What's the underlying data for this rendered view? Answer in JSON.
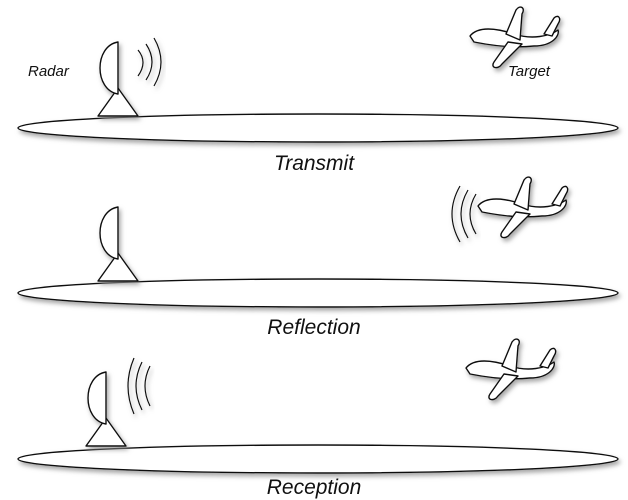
{
  "panels": [
    {
      "caption": "Transmit",
      "radar_label": "Radar",
      "target_label": "Target",
      "wave_location": "near radar, moving toward target"
    },
    {
      "caption": "Reflection",
      "radar_label": "",
      "target_label": "",
      "wave_location": "near target, reflecting back"
    },
    {
      "caption": "Reception",
      "radar_label": "",
      "target_label": "",
      "wave_location": "arriving at radar"
    }
  ],
  "icons": {
    "radar": "radar-dish-icon",
    "target": "airplane-icon",
    "waves": "signal-waves-icon",
    "ground": "ground-ellipse"
  },
  "colors": {
    "outline": "#111111",
    "fill": "#ffffff",
    "shadow": "#888888"
  }
}
